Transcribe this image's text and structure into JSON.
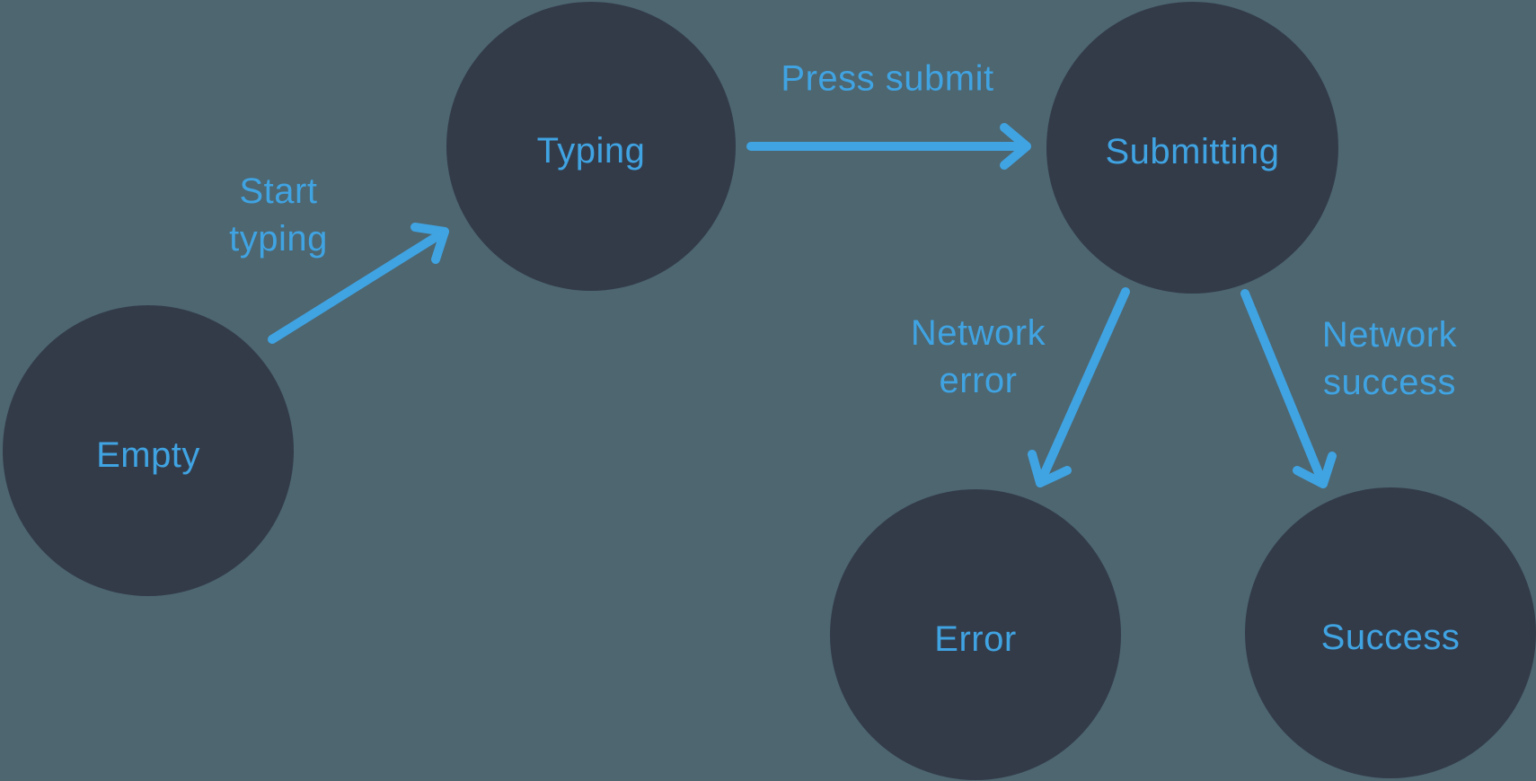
{
  "diagram": {
    "type": "state-machine",
    "colors": {
      "background": "#4D6670",
      "node_fill": "#333B49",
      "accent": "#40A3E2"
    },
    "nodes": [
      {
        "id": "empty",
        "label": "Empty"
      },
      {
        "id": "typing",
        "label": "Typing"
      },
      {
        "id": "submitting",
        "label": "Submitting"
      },
      {
        "id": "error",
        "label": "Error"
      },
      {
        "id": "success",
        "label": "Success"
      }
    ],
    "edges": [
      {
        "from": "empty",
        "to": "typing",
        "label": "Start typing",
        "label_lines": [
          "Start",
          "typing"
        ]
      },
      {
        "from": "typing",
        "to": "submitting",
        "label": "Press submit",
        "label_lines": [
          "Press submit"
        ]
      },
      {
        "from": "submitting",
        "to": "error",
        "label": "Network error",
        "label_lines": [
          "Network",
          "error"
        ]
      },
      {
        "from": "submitting",
        "to": "success",
        "label": "Network success",
        "label_lines": [
          "Network",
          "success"
        ]
      }
    ]
  }
}
